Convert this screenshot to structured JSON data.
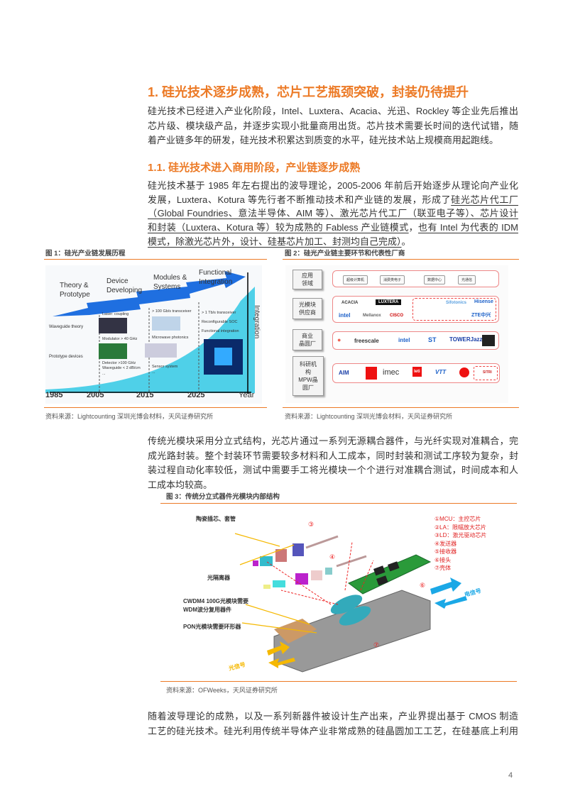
{
  "heading1": "1. 硅光技术逐步成熟，芯片工艺瓶颈突破，封装仍待提升",
  "para1": [
    "硅光技术已经进入产业化阶段，Intel、Luxtera、Acacia、光迅、Rockley 等企业先后推出",
    "芯片级、模块级产品，并逐步实现小批量商用出货。芯片技术需要长时间的迭代试错，随",
    "着产业链多年的研发，硅光技术积累达到质变的水平，硅光技术站上规模商用起跑线。"
  ],
  "heading2": "1.1. 硅光技术进入商用阶段，产业链逐步成熟",
  "para2": [
    {
      "a": "硅光技术基于 1985 年左右提出的波导理论，2005-2006 年前后开始逐步从理论向产业化",
      "u": ""
    },
    {
      "a": "发展，Luxtera、Kotura 等先行者不断推动技术和产业链的发展，形成了",
      "u": "硅光芯片代工厂"
    },
    {
      "a": "",
      "u": "（Global Foundries、意法半导体、AIM 等）、激光芯片代工厂（联亚电子等）、芯片设计"
    },
    {
      "a": "",
      "u": "和封装（Luxtera、Kotura 等）较为成熟的 Fabless 产业链模式",
      "b": "，",
      "u2": "也有 Intel 为代表的 IDM"
    },
    {
      "a": "",
      "u": "模式，除激光芯片外，设计、硅基芯片加工、封测均自己完成）",
      "b": "。"
    }
  ],
  "figure1": {
    "title": "图 1：硅光产业链发展历程",
    "stages": [
      "Theory &\nPrototype",
      "Device\nDeveloping",
      "Modules &\nSystems",
      "Functional\nIntegration"
    ],
    "years": [
      "1985",
      "2005",
      "2015",
      "2025",
      "Year"
    ],
    "yaxis": "Integration",
    "col1": [
      "Waveguide theory",
      "Prototype devices"
    ],
    "col2": [
      "Laser: coupling",
      "Modulator > 40 GHz",
      "Detector >100 GHz",
      "Waveguide < 2 dB/cm",
      "..."
    ],
    "col3": [
      "> 100 Gb/s transceiver",
      "Microwave photonics",
      "Sensor system",
      "..."
    ],
    "col4": [
      "> 1 Tb/s transceiver",
      "Reconfigurable SOC",
      "Functional integration"
    ],
    "source": "资料来源：Lightcounting 深圳光博会材料，天风证券研究所"
  },
  "figure2": {
    "title": "图 2：硅光产业链主要环节和代表性厂商",
    "rows": [
      {
        "label": "应用\n领域",
        "items": [
          "超级计算机",
          "消费类电子",
          "数据中心",
          "光通信"
        ]
      },
      {
        "label": "光模块\n供应商",
        "items": [
          "ACACIA",
          "LUXTERA",
          "intel",
          "Mellanox",
          "CISCO",
          "Hisense",
          "Sifotonics",
          "ZTE中兴"
        ]
      },
      {
        "label": "商业\n晶圆厂",
        "items": [
          "freescale",
          "intel",
          "ST",
          "TOWERJazz"
        ]
      },
      {
        "label": "科研机\n构\nMPW晶\n圆厂",
        "items": [
          "AIM",
          "imec",
          "leti",
          "VTT",
          "SITRI"
        ]
      }
    ],
    "source": "资料来源：Lightcounting 深圳光博会材料，天风证券研究所"
  },
  "para3": [
    "传统光模块采用分立式结构，光芯片通过一系列无源耦合器件，与光纤实现对准耦合，完",
    "成光路封装。整个封装环节需要较多材料和人工成本，同时封装和测试工序较为复杂，封",
    "装过程自动化率较低，测试中需要手工将光模块一个个进行对准耦合测试，时间成本和人",
    "工成本均较高。"
  ],
  "figure3": {
    "title": "图 3：传统分立式器件光模块内部结构",
    "callouts": [
      "陶瓷插芯、套管",
      "光隔离器",
      "CWDM4 100G光模块需要\nWDM波分复用器件",
      "PON光模块需要环形器"
    ],
    "legend": [
      "①MCU：主控芯片",
      "②LA：限幅放大芯片",
      "③LD：激光驱动芯片",
      "④发送器",
      "⑤接收器",
      "⑥接头",
      "⑦壳体"
    ],
    "markers": [
      "③",
      "④",
      "⑥",
      "⑦",
      "①",
      "②",
      "③"
    ],
    "electric_signal": "电信号",
    "optical_signal": "光信号",
    "source": "资料来源：OFWeeks，天风证券研究所"
  },
  "para4": [
    "随着波导理论的成熟，以及一系列新器件被设计生产出来，产业界提出基于 CMOS 制造",
    "工艺的硅光技术。硅光利用传统半导体产业非常成熟的硅晶圆加工工艺，在硅基底上利用"
  ],
  "page_number": "4",
  "colors": {
    "accent": "#EC7A26",
    "legend_red": "#E02020",
    "signal_blue": "#1BA8E6",
    "signal_yellow": "#F5B800"
  }
}
